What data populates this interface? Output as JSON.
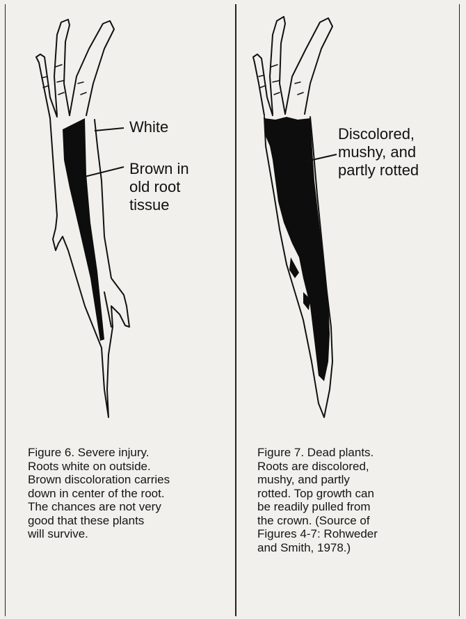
{
  "figure6": {
    "label_white": "White",
    "label_brown": "Brown in\nold root\ntissue",
    "caption": "Figure 6.  Severe injury.\nRoots white on outside.\nBrown discoloration carries\ndown in center of the root.\nThe chances are not very\ngood that these plants\nwill survive."
  },
  "figure7": {
    "label_discolored": "Discolored,\nmushy, and\npartly rotted",
    "caption": "Figure 7.  Dead plants.\nRoots are discolored,\nmushy, and partly\nrotted. Top growth can\nbe readily pulled from\nthe crown. (Source of\nFigures 4-7: Rohweder\nand Smith, 1978.)"
  },
  "colors": {
    "ink": "#111111",
    "paper": "#f1f0ec",
    "tissue_dark": "#0d0d0d"
  }
}
